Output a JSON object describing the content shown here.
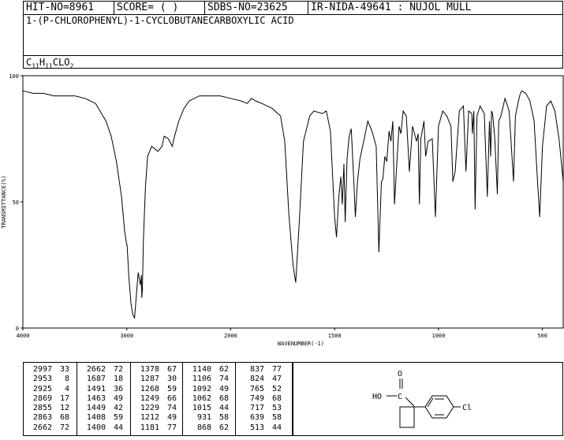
{
  "header": {
    "hit_no": "HIT-NO=8961",
    "score": "SCORE=  (   )",
    "sdbs_no": "SDBS-NO=23625",
    "ir_id": "IR-NIDA-49641 : NUJOL MULL",
    "compound_name": "1-(P-CHLOROPHENYL)-1-CYCLOBUTANECARBOXYLIC ACID",
    "formula_parts": [
      "C",
      "11",
      "H",
      "11",
      "CLO",
      "2"
    ]
  },
  "chart_data": {
    "type": "line",
    "xlabel": "WAVENUMBER(-1)",
    "ylabel": "TRANSMITTANCE(%)",
    "xlim": [
      4000,
      400
    ],
    "ylim": [
      0,
      100
    ],
    "xticks": [
      "4000",
      "3000",
      "2000",
      "1500",
      "1000",
      "500"
    ],
    "yticks": [
      "100",
      "50",
      "0"
    ],
    "series": [
      {
        "x": [
          4000,
          3900,
          3800,
          3700,
          3600,
          3500,
          3400,
          3300,
          3200,
          3150,
          3100,
          3050,
          3020,
          3000,
          2997,
          2980,
          2960,
          2953,
          2940,
          2925,
          2910,
          2890,
          2869,
          2860,
          2855,
          2850,
          2840,
          2820,
          2800,
          2760,
          2700,
          2662,
          2640,
          2600,
          2562,
          2540,
          2500,
          2450,
          2400,
          2300,
          2200,
          2100,
          2000,
          1950,
          1920,
          1900,
          1880,
          1850,
          1800,
          1760,
          1740,
          1720,
          1700,
          1687,
          1670,
          1650,
          1620,
          1600,
          1560,
          1540,
          1520,
          1500,
          1491,
          1480,
          1470,
          1463,
          1455,
          1449,
          1440,
          1430,
          1420,
          1408,
          1400,
          1390,
          1378,
          1360,
          1340,
          1320,
          1300,
          1287,
          1275,
          1268,
          1258,
          1249,
          1238,
          1229,
          1220,
          1212,
          1200,
          1190,
          1181,
          1170,
          1155,
          1140,
          1125,
          1106,
          1098,
          1092,
          1085,
          1070,
          1062,
          1050,
          1030,
          1015,
          1000,
          980,
          960,
          940,
          931,
          920,
          900,
          880,
          868,
          855,
          840,
          837,
          830,
          824,
          815,
          800,
          780,
          765,
          755,
          749,
          745,
          740,
          730,
          717,
          710,
          700,
          680,
          660,
          639,
          630,
          620,
          610,
          600,
          580,
          560,
          540,
          525,
          513,
          500,
          480,
          460,
          440,
          420,
          400
        ],
        "y": [
          94,
          93,
          93,
          92,
          92,
          92,
          91,
          89,
          82,
          76,
          66,
          52,
          38,
          33,
          33,
          20,
          10,
          8,
          5,
          4,
          12,
          22,
          17,
          21,
          12,
          15,
          35,
          56,
          68,
          72,
          70,
          72,
          76,
          75,
          72,
          76,
          82,
          87,
          90,
          92,
          92,
          92,
          91,
          90,
          89,
          91,
          90,
          89,
          87,
          84,
          74,
          45,
          25,
          18,
          42,
          74,
          84,
          86,
          85,
          86,
          78,
          44,
          36,
          52,
          60,
          49,
          65,
          42,
          67,
          76,
          79,
          59,
          44,
          58,
          67,
          74,
          82,
          78,
          72,
          30,
          58,
          59,
          68,
          66,
          78,
          74,
          82,
          49,
          66,
          80,
          77,
          86,
          84,
          62,
          80,
          74,
          77,
          49,
          75,
          82,
          68,
          74,
          75,
          44,
          80,
          86,
          84,
          80,
          58,
          62,
          86,
          88,
          62,
          86,
          85,
          77,
          86,
          47,
          84,
          88,
          85,
          52,
          82,
          68,
          86,
          85,
          76,
          53,
          82,
          84,
          91,
          86,
          58,
          84,
          88,
          92,
          94,
          93,
          90,
          82,
          60,
          44,
          72,
          88,
          90,
          86,
          75,
          58
        ]
      }
    ]
  },
  "peak_table": {
    "columns": [
      [
        [
          "2997",
          "33"
        ],
        [
          "2953",
          "8"
        ],
        [
          "2925",
          "4"
        ],
        [
          "2869",
          "17"
        ],
        [
          "2855",
          "12"
        ],
        [
          "2863",
          "68"
        ],
        [
          "2662",
          "72"
        ]
      ],
      [
        [
          "2662",
          "72"
        ],
        [
          "1687",
          "18"
        ],
        [
          "1491",
          "36"
        ],
        [
          "1463",
          "49"
        ],
        [
          "1449",
          "42"
        ],
        [
          "1408",
          "59"
        ],
        [
          "1400",
          "44"
        ]
      ],
      [
        [
          "1378",
          "67"
        ],
        [
          "1287",
          "30"
        ],
        [
          "1268",
          "59"
        ],
        [
          "1249",
          "66"
        ],
        [
          "1229",
          "74"
        ],
        [
          "1212",
          "49"
        ],
        [
          "1181",
          "77"
        ]
      ],
      [
        [
          "1140",
          "62"
        ],
        [
          "1106",
          "74"
        ],
        [
          "1092",
          "49"
        ],
        [
          "1062",
          "68"
        ],
        [
          "1015",
          "44"
        ],
        [
          "931",
          "58"
        ],
        [
          "868",
          "62"
        ]
      ],
      [
        [
          "837",
          "77"
        ],
        [
          "824",
          "47"
        ],
        [
          "765",
          "52"
        ],
        [
          "749",
          "68"
        ],
        [
          "717",
          "53"
        ],
        [
          "639",
          "58"
        ],
        [
          "513",
          "44"
        ]
      ]
    ]
  },
  "structure": {
    "labels": {
      "oxygen": "O",
      "hydroxyl": "HO",
      "carbon": "C",
      "chlorine": "Cl"
    }
  }
}
